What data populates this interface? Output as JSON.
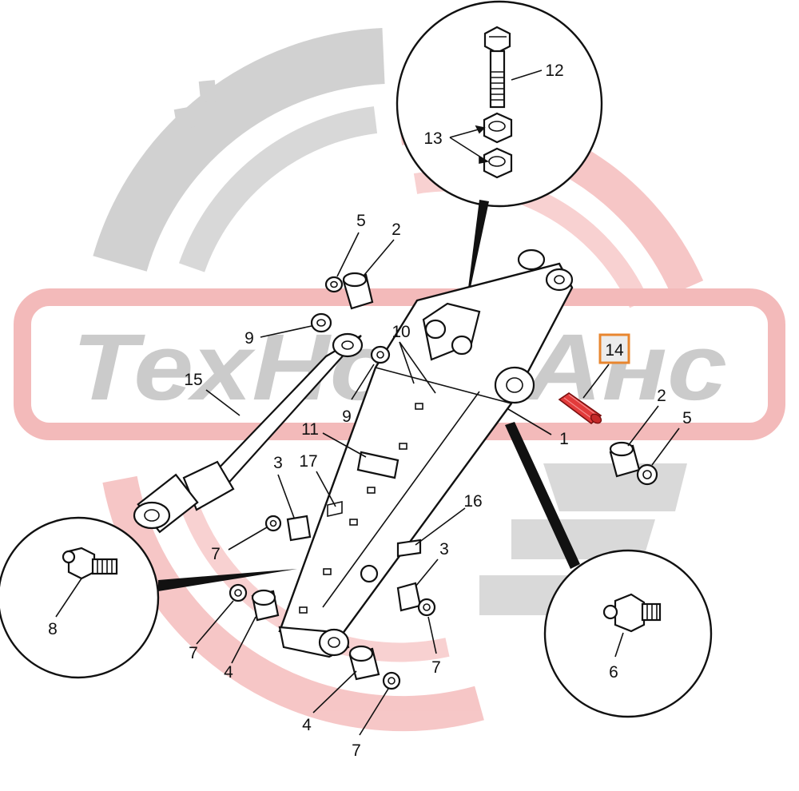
{
  "watermark": {
    "text": "ТехНоТрАнс",
    "color_gray": "#bdbdbd",
    "color_red": "#f3b7b7"
  },
  "callouts": [
    {
      "id": "c12",
      "label": "12"
    },
    {
      "id": "c13",
      "label": "13"
    },
    {
      "id": "c5a",
      "label": "5"
    },
    {
      "id": "c2a",
      "label": "2"
    },
    {
      "id": "c9a",
      "label": "9"
    },
    {
      "id": "c10",
      "label": "10"
    },
    {
      "id": "c15",
      "label": "15"
    },
    {
      "id": "c9b",
      "label": "9"
    },
    {
      "id": "c11",
      "label": "11"
    },
    {
      "id": "c1",
      "label": "1"
    },
    {
      "id": "c2b",
      "label": "2"
    },
    {
      "id": "c5b",
      "label": "5"
    },
    {
      "id": "c3a",
      "label": "3"
    },
    {
      "id": "c17",
      "label": "17"
    },
    {
      "id": "c16",
      "label": "16"
    },
    {
      "id": "c7a",
      "label": "7"
    },
    {
      "id": "c3b",
      "label": "3"
    },
    {
      "id": "c8",
      "label": "8"
    },
    {
      "id": "c7b",
      "label": "7"
    },
    {
      "id": "c4a",
      "label": "4"
    },
    {
      "id": "c7c",
      "label": "7"
    },
    {
      "id": "c6",
      "label": "6"
    },
    {
      "id": "c4b",
      "label": "4"
    },
    {
      "id": "c7d",
      "label": "7"
    }
  ],
  "highlight": {
    "label": "14",
    "box_color": "#e8862f",
    "part_color": "#e23b3b"
  }
}
